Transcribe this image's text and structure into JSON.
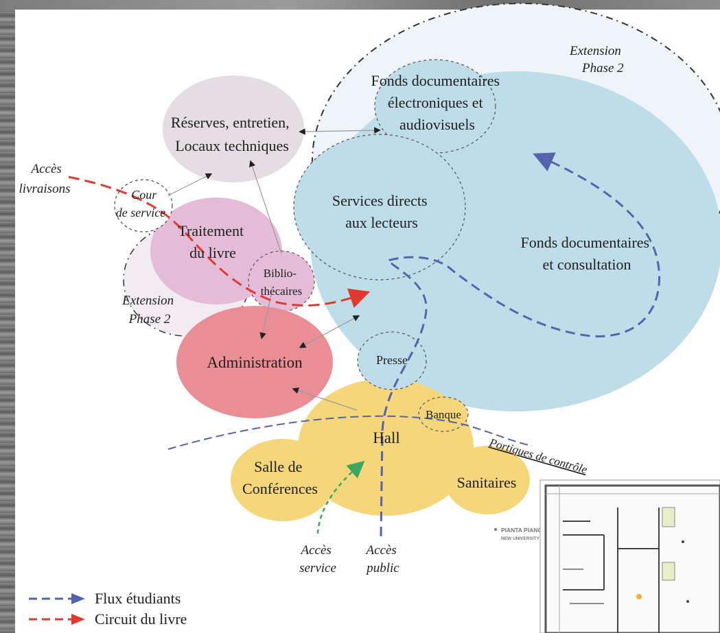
{
  "colors": {
    "extension_fill": "#eef4f7",
    "reserves_fill": "#e4dde2",
    "traitement_fill": "#e5bcd8",
    "administration_fill": "#e98e94",
    "fonds_fill": "#bfdde9",
    "hall_fill": "#f5d67a",
    "flux_etudiants": "#5563ad",
    "circuit_livre": "#e03a2e",
    "acces_service": "#3aa860"
  },
  "zones": {
    "extension_top": [
      "Extension",
      "Phase 2"
    ],
    "extension_left": [
      "Extension",
      "Phase 2"
    ],
    "reserves": [
      "Réserves, entretien,",
      "Locaux techniques"
    ],
    "fonds_electroniques": [
      "Fonds documentaires",
      "électroniques et",
      "audiovisuels"
    ],
    "services_directs": [
      "Services directs",
      "aux lecteurs"
    ],
    "fonds_consultation": [
      "Fonds documentaires",
      "et consultation"
    ],
    "cour_service": [
      "Cour",
      "de service"
    ],
    "traitement": [
      "Traitement",
      "du livre"
    ],
    "bibliothecaires": [
      "Biblio-",
      "thécaires"
    ],
    "administration": "Administration",
    "presse": "Presse",
    "banque": "Banque",
    "hall": "Hall",
    "salle_conferences": [
      "Salle de",
      "Conférences"
    ],
    "sanitaires": "Sanitaires"
  },
  "labels": {
    "acces_livraisons": [
      "Accès",
      "livraisons"
    ],
    "portiques": "Portiques de contrôle",
    "acces_service": [
      "Accès",
      "service"
    ],
    "acces_public": [
      "Accès",
      "public"
    ]
  },
  "plan_inset": {
    "title": "PIANTA PIANO TERRA / GROUND FLOOR PLAN",
    "subtitle": "NEW UNIVERSITY LIBRARY IN CAYENNE"
  },
  "legend": [
    {
      "label": "Flux étudiants",
      "color": "#5563ad"
    },
    {
      "label": "Circuit du livre",
      "color": "#e03a2e"
    }
  ]
}
